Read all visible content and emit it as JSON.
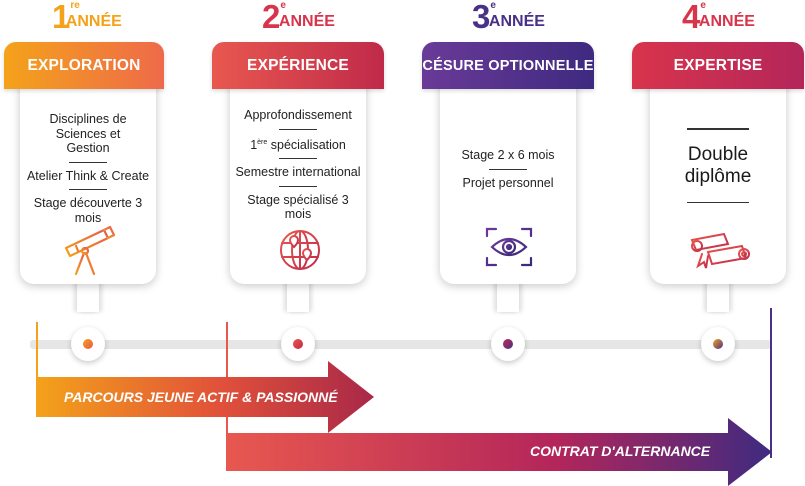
{
  "years": [
    {
      "num": "1",
      "sup": "re",
      "word": "ANNÉE",
      "color": "#f4a21a"
    },
    {
      "num": "2",
      "sup": "e",
      "word": "ANNÉE",
      "color": "#d8344c"
    },
    {
      "num": "3",
      "sup": "e",
      "word": "ANNÉE",
      "color": "#4a3188"
    },
    {
      "num": "4",
      "sup": "e",
      "word": "ANNÉE",
      "color": "#d8344c"
    }
  ],
  "cards": [
    {
      "title": "EXPLORATION",
      "items": [
        "Disciplines de Sciences et Gestion",
        "Atelier Think & Create",
        "Stage découverte 3 mois"
      ],
      "icon": "telescope-icon"
    },
    {
      "title": "EXPÉRIENCE",
      "items": [
        "Approfondissement",
        "1ère spécialisation",
        "Semestre international",
        "Stage spécialisé 3 mois"
      ],
      "items_parts": {
        "sup_prefix": "1",
        "sup": "ère",
        "rest": " spécialisation"
      },
      "icon": "globe-pin-icon"
    },
    {
      "title": "CÉSURE OPTIONNELLE",
      "items": [
        "Stage 2 x 6 mois",
        "Projet personnel"
      ],
      "icon": "eye-scan-icon"
    },
    {
      "title": "EXPERTISE",
      "items": [
        "Double diplôme"
      ],
      "big_line1": "Double",
      "big_line2": "diplôme",
      "icon": "diploma-scroll-icon"
    }
  ],
  "arrows": [
    {
      "label": "PARCOURS JEUNE ACTIF & PASSIONNÉ"
    },
    {
      "label": "CONTRAT D'ALTERNANCE"
    }
  ],
  "colors": {
    "orange": "#f4a21a",
    "coral": "#e8584f",
    "red": "#d8344c",
    "crimson": "#c02a4a",
    "purple": "#4a3188",
    "violet": "#6a3a98",
    "magenta": "#b4265a"
  }
}
